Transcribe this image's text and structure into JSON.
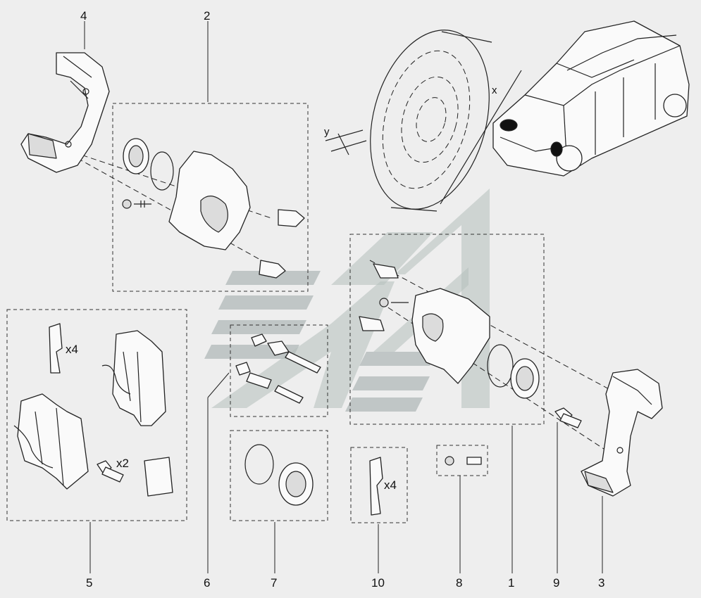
{
  "callouts": [
    {
      "id": "1",
      "label": "1"
    },
    {
      "id": "2",
      "label": "2"
    },
    {
      "id": "3",
      "label": "3"
    },
    {
      "id": "4",
      "label": "4"
    },
    {
      "id": "5",
      "label": "5"
    },
    {
      "id": "6",
      "label": "6"
    },
    {
      "id": "7",
      "label": "7"
    },
    {
      "id": "8",
      "label": "8"
    },
    {
      "id": "9",
      "label": "9"
    },
    {
      "id": "10",
      "label": "10"
    }
  ],
  "quantities": {
    "clips_kit5": "x4",
    "bolts_kit5": "x2",
    "clips_kit10": "x4"
  },
  "dimensions": {
    "x": "x",
    "y": "y"
  }
}
